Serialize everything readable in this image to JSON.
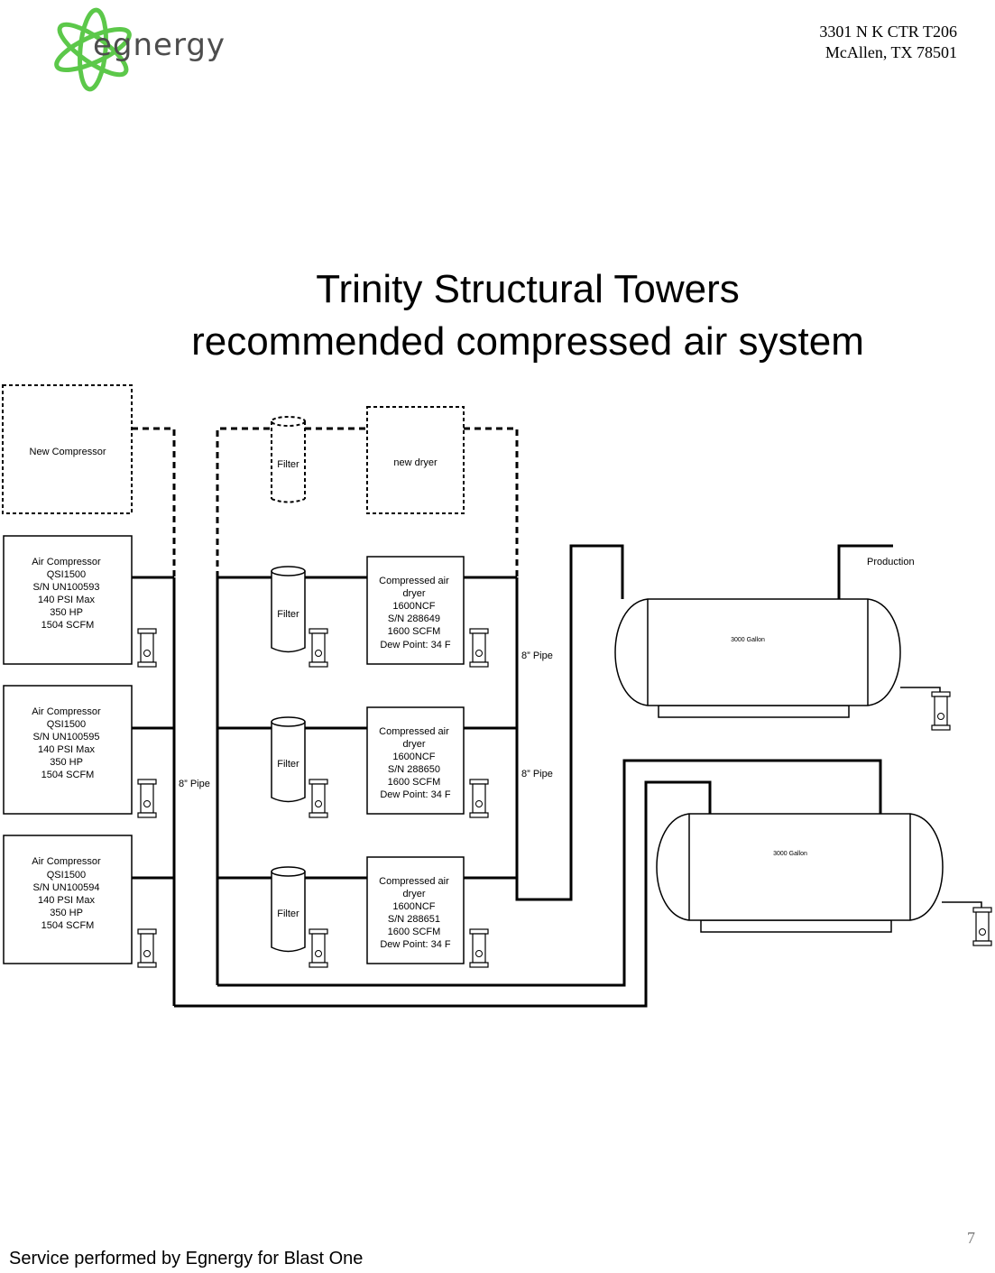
{
  "header": {
    "logo_text": "egnergy",
    "address_line1": "3301 N K CTR T206",
    "address_line2": "McAllen, TX 78501"
  },
  "diagram": {
    "title_line1": "Trinity Structural Towers",
    "title_line2": "recommended compressed air system",
    "new_compressor_label": "New Compressor",
    "new_filter_label": "Filter",
    "new_dryer_label": "new dryer",
    "compressors": [
      {
        "lines": [
          "Air Compressor",
          "QSI1500",
          "S/N UN100593",
          "140 PSI Max",
          "350 HP",
          "1504 SCFM"
        ]
      },
      {
        "lines": [
          "Air Compressor",
          "QSI1500",
          "S/N UN100595",
          "140 PSI Max",
          "350 HP",
          "1504 SCFM"
        ]
      },
      {
        "lines": [
          "Air Compressor",
          "QSI1500",
          "S/N UN100594",
          "140 PSI Max",
          "350 HP",
          "1504 SCFM"
        ]
      }
    ],
    "filter_label": "Filter",
    "dryers": [
      {
        "lines": [
          "Compressed air",
          "dryer",
          "1600NCF",
          "S/N 288649",
          "1600 SCFM",
          "Dew Point: 34 F"
        ]
      },
      {
        "lines": [
          "Compressed air",
          "dryer",
          "1600NCF",
          "S/N 288650",
          "1600 SCFM",
          "Dew Point: 34 F"
        ]
      },
      {
        "lines": [
          "Compressed air",
          "dryer",
          "1600NCF",
          "S/N 288651",
          "1600 SCFM",
          "Dew Point: 34 F"
        ]
      }
    ],
    "pipe_label_left": "8” Pipe",
    "pipe_label_right_top": "8” Pipe",
    "pipe_label_right_mid": "8” Pipe",
    "production_label": "Production",
    "tank1_label": "3000 Gallon",
    "tank2_label": "3000 Gallon"
  },
  "footer": {
    "page_number": "7",
    "service_text": "Service performed by Egnergy for Blast One"
  },
  "colors": {
    "logo_green": "#5cc84a",
    "logo_text": "#4d4d4d",
    "line": "#000000"
  }
}
